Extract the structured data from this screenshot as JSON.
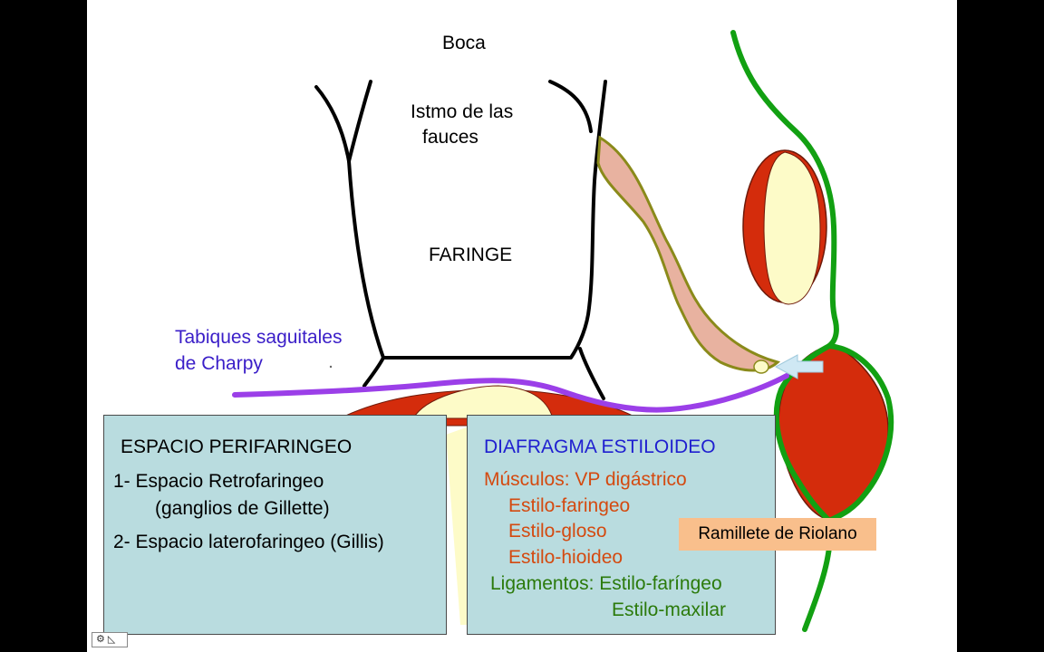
{
  "labels": {
    "boca": "Boca",
    "istmo_line1": "Istmo de las",
    "istmo_line2": "fauces",
    "faringe": "FARINGE",
    "tabiques_line1": "Tabiques saguitales",
    "tabiques_line2": "de Charpy"
  },
  "left_box": {
    "title": "ESPACIO PERIFARINGEO",
    "item1_line1": "1- Espacio Retrofaringeo",
    "item1_line2": "(ganglios de Gillette)",
    "item2": "2- Espacio laterofaringeo (Gillis)"
  },
  "right_box": {
    "title": "DIAFRAGMA ESTILOIDEO",
    "musculos": "Músculos: VP digástrico",
    "muscle2": "Estilo-faringeo",
    "muscle3": "Estilo-gloso",
    "muscle4": "Estilo-hioideo",
    "ligamentos": "Ligamentos: Estilo-faríngeo",
    "ligament2": "Estilo-maxilar"
  },
  "callout": "Ramillete de Riolano",
  "colors": {
    "outline": "#000000",
    "septum": "#9b3fe8",
    "nerve": "#12a012",
    "muscle": "#d42c0c",
    "muscle_edge": "#6e1a0a",
    "styloid_fill": "#e8b2a0",
    "styloid_edge": "#8a8a1a",
    "bone": "#fdfbc8",
    "box_fill": "#b9dcdf",
    "callout_fill": "#f9bf8c",
    "arrow": "#cfe8f4"
  },
  "icons": {
    "corner_icon": "slide-nav-icon"
  }
}
